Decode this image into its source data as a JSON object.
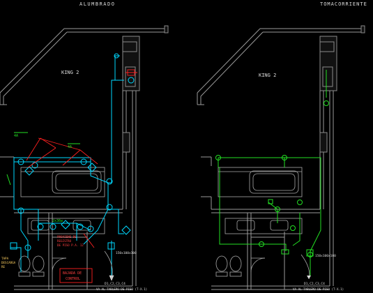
{
  "titles": {
    "left": "ALUMBRADO",
    "right": "TOMACORRIENTE"
  },
  "room_labels": {
    "left": "KING 2",
    "right": "KING 2"
  },
  "left_plan": {
    "lamp_tag_1": "4A",
    "lamp_tag_2": "4A",
    "fixture_tag": "2x36w",
    "cable_label": "150x100x100",
    "panel_note_1": "PROVIENE DE",
    "panel_note_2": "REGISTRO",
    "panel_note_3": "DE PISO P.A. 12",
    "box_label_1": "TAPA",
    "box_label_2": "DESCARGA",
    "box_label_3": "RE",
    "inspection_label_1": "BAJADA DE",
    "inspection_label_2": "CONTROL",
    "circuit_label": "D1,C2,C3,C4",
    "feed_label": "VA AL TABLERO DE PISO (T-X.1)"
  },
  "right_plan": {
    "cable_label": "150x100x100",
    "circuit_label": "D1,C2,C3,C4",
    "feed_label": "VA AL TABLERO DE PISO (T-X.1)"
  },
  "colors": {
    "background": "#000000",
    "walls": "#9a9a9a",
    "lighting_wiring": "#00d8ff",
    "outlet_wiring": "#23e023",
    "annotation": "#ff2020",
    "text": "#dddddd"
  }
}
